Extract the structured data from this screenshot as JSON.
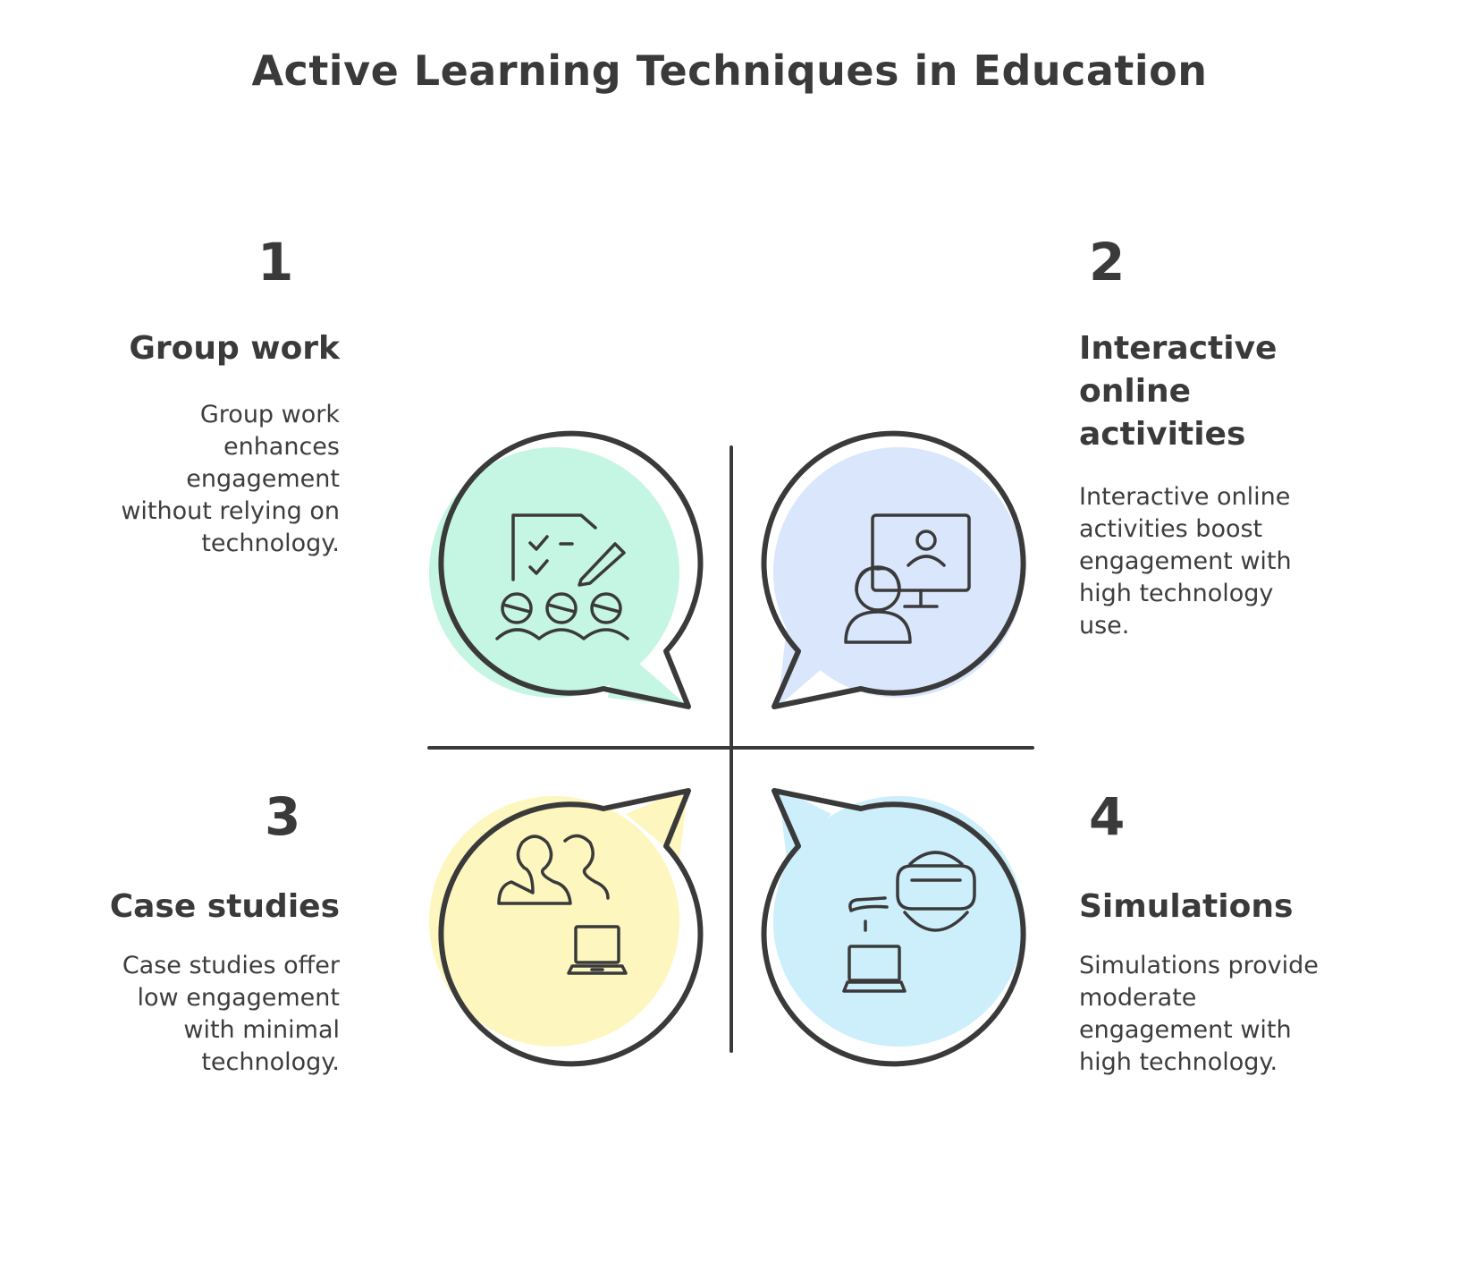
{
  "title": "Active Learning Techniques in Education",
  "quadrants": [
    {
      "number": "1",
      "heading": "Group work",
      "description": "Group work enhances engagement without relying on technology.",
      "fill_color": "#c5f5e3",
      "icon": "group-checklist-icon"
    },
    {
      "number": "2",
      "heading": "Interactive online activities",
      "description": "Interactive online activities boost engagement with high technology use.",
      "fill_color": "#d9e6fb",
      "icon": "online-presentation-icon"
    },
    {
      "number": "3",
      "heading": "Case studies",
      "description": "Case studies offer low engagement with minimal technology.",
      "fill_color": "#fdf6bf",
      "icon": "people-laptop-icon"
    },
    {
      "number": "4",
      "heading": "Simulations",
      "description": "Simulations provide moderate engagement with high technology.",
      "fill_color": "#cdeefb",
      "icon": "vr-headset-icon"
    }
  ],
  "colors": {
    "stroke": "#3a3a3a",
    "text": "#3d3d3d"
  }
}
